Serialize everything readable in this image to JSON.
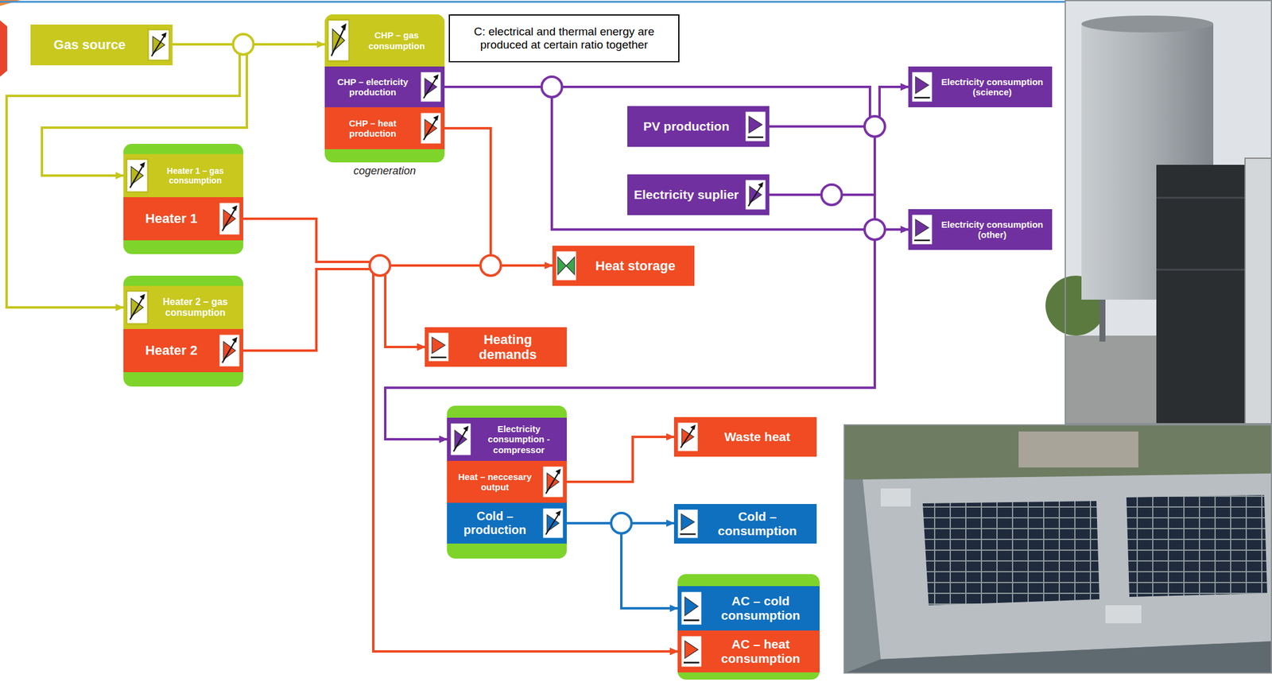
{
  "diagram": {
    "nodes": [
      {
        "text": [
          "Gas source"
        ]
      },
      {
        "text": [
          "cogeneration"
        ]
      },
      {
        "text": [
          "CHP – gas consumption"
        ],
        "in": 1
      },
      {
        "text": [
          "CHP – electricity production"
        ],
        "in": 1
      },
      {
        "text": [
          "CHP – heat production"
        ],
        "in": 1
      },
      {
        "text": [
          "C: electrical and thermal energy are produced at certain ratio together"
        ]
      },
      {
        "text": [
          "Electricity consumption (science)"
        ]
      },
      {
        "text": [
          "PV production"
        ]
      },
      {
        "text": [
          "Electricity suplier"
        ]
      },
      {
        "text": [
          "Electricity consumption (other)"
        ]
      },
      {
        "text": []
      },
      {
        "text": [
          "Heater 1 – gas consumption"
        ],
        "in": 10
      },
      {
        "text": [
          "Heater 1"
        ],
        "in": 10
      },
      {
        "text": [
          "Heat storage"
        ]
      },
      {
        "text": []
      },
      {
        "text": [
          "Heater 2 – gas consumption"
        ],
        "in": 14
      },
      {
        "text": [
          "Heater 2"
        ],
        "in": 14
      },
      {
        "text": [
          "Heating demands"
        ]
      },
      {
        "text": []
      },
      {
        "text": [
          "Electricity consumption - compressor"
        ],
        "in": 18
      },
      {
        "text": [
          "Heat – neccesary output"
        ],
        "in": 18
      },
      {
        "text": [
          "Cold – production"
        ],
        "in": 18
      },
      {
        "text": [
          "Waste heat"
        ]
      },
      {
        "text": [
          "Cold – consumption"
        ]
      },
      {
        "text": []
      },
      {
        "text": [
          "AC – cold consumption"
        ],
        "in": 24
      },
      {
        "text": [
          "AC – heat consumption"
        ],
        "in": 24
      }
    ],
    "edges": [
      {
        "from": 0,
        "to": 2,
        "arrow": "to"
      },
      {
        "from": 0,
        "to": 11,
        "arrow": "to"
      },
      {
        "from": 0,
        "to": 15,
        "arrow": "to"
      },
      {
        "from": 3,
        "to": 6,
        "arrow": "to"
      },
      {
        "from": 3,
        "to": 9,
        "arrow": "to"
      },
      {
        "from": 3,
        "to": 19,
        "arrow": "to"
      },
      {
        "from": 7,
        "to": 6,
        "arrow": "to"
      },
      {
        "from": 8,
        "to": 6,
        "arrow": "to"
      },
      {
        "from": 8,
        "to": 9,
        "arrow": "to"
      },
      {
        "from": 8,
        "to": 19,
        "arrow": "to"
      },
      {
        "from": 4,
        "to": 13,
        "arrow": "to"
      },
      {
        "from": 4,
        "to": 17,
        "arrow": "to"
      },
      {
        "from": 4,
        "to": 26,
        "arrow": "to"
      },
      {
        "from": 12,
        "to": 17,
        "arrow": "to"
      },
      {
        "from": 12,
        "to": 26,
        "arrow": "to"
      },
      {
        "from": 16,
        "to": 17,
        "arrow": "to"
      },
      {
        "from": 16,
        "to": 26,
        "arrow": "to"
      },
      {
        "from": 13,
        "to": 17,
        "arrow": "to"
      },
      {
        "from": 13,
        "to": 26,
        "arrow": "to"
      },
      {
        "from": 20,
        "to": 22,
        "arrow": "to"
      },
      {
        "from": 21,
        "to": 23,
        "arrow": "to"
      },
      {
        "from": 21,
        "to": 25,
        "arrow": "to"
      }
    ]
  }
}
